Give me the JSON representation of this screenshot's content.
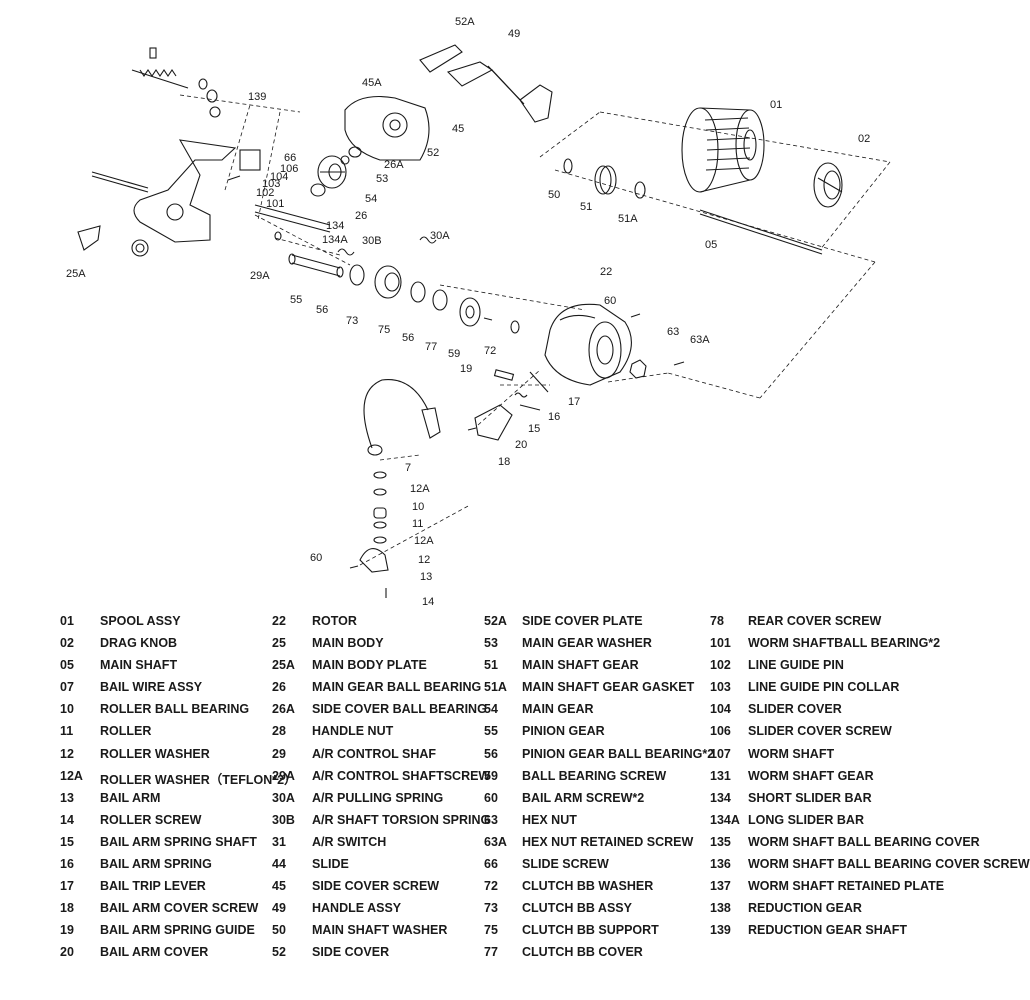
{
  "callouts": [
    {
      "id": "52A",
      "label": "52A"
    },
    {
      "id": "49",
      "label": "49"
    },
    {
      "id": "45A",
      "label": "45A"
    },
    {
      "id": "139",
      "label": "139"
    },
    {
      "id": "45",
      "label": "45"
    },
    {
      "id": "52",
      "label": "52"
    },
    {
      "id": "26A",
      "label": "26A"
    },
    {
      "id": "53",
      "label": "53"
    },
    {
      "id": "54",
      "label": "54"
    },
    {
      "id": "26",
      "label": "26"
    },
    {
      "id": "66",
      "label": "66"
    },
    {
      "id": "106",
      "label": "106"
    },
    {
      "id": "104",
      "label": "104"
    },
    {
      "id": "103",
      "label": "103"
    },
    {
      "id": "102",
      "label": "102"
    },
    {
      "id": "101",
      "label": "101"
    },
    {
      "id": "134",
      "label": "134"
    },
    {
      "id": "134A",
      "label": "134A"
    },
    {
      "id": "30B",
      "label": "30B"
    },
    {
      "id": "30A",
      "label": "30A"
    },
    {
      "id": "25A",
      "label": "25A"
    },
    {
      "id": "29A",
      "label": "29A"
    },
    {
      "id": "55",
      "label": "55"
    },
    {
      "id": "56",
      "label": "56"
    },
    {
      "id": "73",
      "label": "73"
    },
    {
      "id": "75",
      "label": "75"
    },
    {
      "id": "56b",
      "label": "56"
    },
    {
      "id": "77",
      "label": "77"
    },
    {
      "id": "59",
      "label": "59"
    },
    {
      "id": "72",
      "label": "72"
    },
    {
      "id": "01",
      "label": "01"
    },
    {
      "id": "02",
      "label": "02"
    },
    {
      "id": "50",
      "label": "50"
    },
    {
      "id": "51",
      "label": "51"
    },
    {
      "id": "51A",
      "label": "51A"
    },
    {
      "id": "05",
      "label": "05"
    },
    {
      "id": "22",
      "label": "22"
    },
    {
      "id": "60",
      "label": "60"
    },
    {
      "id": "63",
      "label": "63"
    },
    {
      "id": "63A",
      "label": "63A"
    },
    {
      "id": "19",
      "label": "19"
    },
    {
      "id": "17",
      "label": "17"
    },
    {
      "id": "16",
      "label": "16"
    },
    {
      "id": "15",
      "label": "15"
    },
    {
      "id": "20",
      "label": "20"
    },
    {
      "id": "18",
      "label": "18"
    },
    {
      "id": "7",
      "label": "7"
    },
    {
      "id": "12A",
      "label": "12A"
    },
    {
      "id": "10",
      "label": "10"
    },
    {
      "id": "11",
      "label": "11"
    },
    {
      "id": "12Ab",
      "label": "12A"
    },
    {
      "id": "12",
      "label": "12"
    },
    {
      "id": "60b",
      "label": "60"
    },
    {
      "id": "13",
      "label": "13"
    },
    {
      "id": "14",
      "label": "14"
    }
  ],
  "parts_list": [
    [
      {
        "no": "01",
        "name": "SPOOL ASSY"
      },
      {
        "no": "02",
        "name": "DRAG KNOB"
      },
      {
        "no": "05",
        "name": "MAIN SHAFT"
      },
      {
        "no": "07",
        "name": "BAIL WIRE ASSY"
      },
      {
        "no": "10",
        "name": "ROLLER  BALL BEARING"
      },
      {
        "no": "11",
        "name": "ROLLER"
      },
      {
        "no": "12",
        "name": "ROLLER WASHER"
      },
      {
        "no": "12A",
        "name": "ROLLER WASHER（TEFLON*2）"
      },
      {
        "no": "13",
        "name": "BAIL ARM"
      },
      {
        "no": "14",
        "name": "ROLLER SCREW"
      },
      {
        "no": "15",
        "name": "BAIL ARM SPRING SHAFT"
      },
      {
        "no": "16",
        "name": "BAIL ARM SPRING"
      },
      {
        "no": "17",
        "name": "BAIL TRIP LEVER"
      },
      {
        "no": "18",
        "name": "BAIL ARM COVER SCREW"
      },
      {
        "no": "19",
        "name": "BAIL ARM SPRING GUIDE"
      },
      {
        "no": "20",
        "name": "BAIL ARM COVER"
      }
    ],
    [
      {
        "no": "22",
        "name": "ROTOR"
      },
      {
        "no": "25",
        "name": "MAIN BODY"
      },
      {
        "no": "25A",
        "name": "MAIN BODY  PLATE"
      },
      {
        "no": "26",
        "name": "MAIN GEAR  BALL BEARING"
      },
      {
        "no": "26A",
        "name": "SIDE COVER BALL BEARING"
      },
      {
        "no": "28",
        "name": "HANDLE NUT"
      },
      {
        "no": "29",
        "name": "A/R  CONTROL  SHAF"
      },
      {
        "no": "29A",
        "name": "A/R  CONTROL  SHAFTSCREW"
      },
      {
        "no": "30A",
        "name": "A/R  PULLING SPRING"
      },
      {
        "no": "30B",
        "name": "A/R SHAFT TORSION SPRING"
      },
      {
        "no": "31",
        "name": "A/R SWITCH"
      },
      {
        "no": "44",
        "name": "SLIDE"
      },
      {
        "no": "45",
        "name": "SIDE COVER SCREW"
      },
      {
        "no": "49",
        "name": "HANDLE ASSY"
      },
      {
        "no": "50",
        "name": "MAIN SHAFT WASHER"
      },
      {
        "no": "52",
        "name": "SIDE COVER"
      }
    ],
    [
      {
        "no": "52A",
        "name": "SIDE COVER  PLATE"
      },
      {
        "no": "53",
        "name": "MAIN GEAR WASHER"
      },
      {
        "no": "51",
        "name": "MAIN SHAFT GEAR"
      },
      {
        "no": "51A",
        "name": "MAIN SHAFT GEAR GASKET"
      },
      {
        "no": "54",
        "name": "MAIN GEAR"
      },
      {
        "no": "55",
        "name": "PINION GEAR"
      },
      {
        "no": "56",
        "name": "PINION GEAR  BALL BEARING*2"
      },
      {
        "no": "59",
        "name": "BALL BEARING SCREW"
      },
      {
        "no": "60",
        "name": "BAIL ARM SCREW*2"
      },
      {
        "no": "63",
        "name": "HEX NUT"
      },
      {
        "no": "63A",
        "name": "HEX NUT RETAINED  SCREW"
      },
      {
        "no": "66",
        "name": "SLIDE SCREW"
      },
      {
        "no": "72",
        "name": "CLUTCH  BB WASHER"
      },
      {
        "no": "73",
        "name": "CLUTCH  BB ASSY"
      },
      {
        "no": "75",
        "name": "CLUTCH  BB SUPPORT"
      },
      {
        "no": "77",
        "name": "CLUTCH  BB COVER"
      }
    ],
    [
      {
        "no": "78",
        "name": "REAR COVER SCREW"
      },
      {
        "no": "101",
        "name": "WORM  SHAFTBALL BEARING*2"
      },
      {
        "no": "102",
        "name": "LINE GUIDE PIN"
      },
      {
        "no": "103",
        "name": "LINE GUIDE PIN COLLAR"
      },
      {
        "no": "104",
        "name": "SLIDER COVER"
      },
      {
        "no": "106",
        "name": "SLIDER COVER SCREW"
      },
      {
        "no": "107",
        "name": "WORM SHAFT"
      },
      {
        "no": "131",
        "name": "WORM SHAFT GEAR"
      },
      {
        "no": "134",
        "name": "SHORT SLIDER BAR"
      },
      {
        "no": "134A",
        "name": "LONG  SLIDER BAR"
      },
      {
        "no": "135",
        "name": "WORM SHAFT BALL BEARING COVER"
      },
      {
        "no": "136",
        "name": "WORM SHAFT BALL BEARING COVER SCREW"
      },
      {
        "no": "137",
        "name": "WORM SHAFT  RETAINED PLATE"
      },
      {
        "no": "138",
        "name": "REDUCTION GEAR"
      },
      {
        "no": "139",
        "name": "REDUCTION GEAR SHAFT"
      }
    ]
  ]
}
